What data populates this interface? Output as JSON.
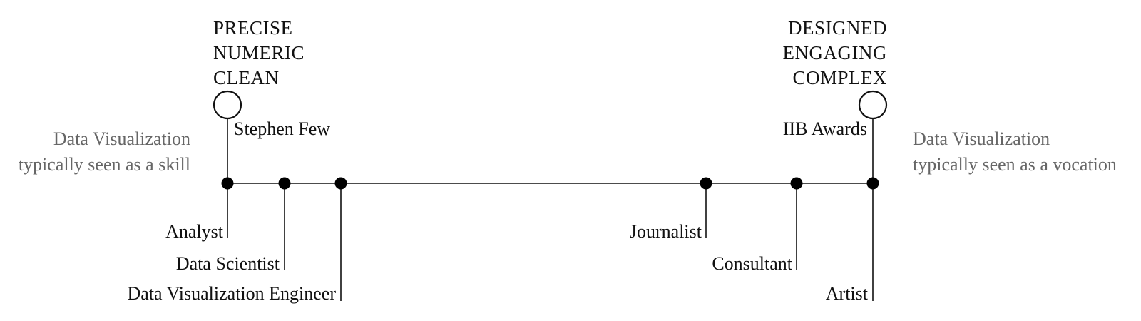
{
  "left_side": {
    "line1": "Data Visualization",
    "line2": "typically seen as a skill"
  },
  "right_side": {
    "line1": "Data Visualization",
    "line2": "typically seen as a vocation"
  },
  "left_pole": {
    "heading": [
      "PRECISE",
      "NUMERIC",
      "CLEAN"
    ],
    "example": "Stephen Few"
  },
  "right_pole": {
    "heading": [
      "DESIGNED",
      "ENGAGING",
      "COMPLEX"
    ],
    "example": "IIB Awards"
  },
  "roles": [
    {
      "label": "Analyst"
    },
    {
      "label": "Data Scientist"
    },
    {
      "label": "Data Visualization Engineer"
    },
    {
      "label": "Journalist"
    },
    {
      "label": "Consultant"
    },
    {
      "label": "Artist"
    }
  ]
}
